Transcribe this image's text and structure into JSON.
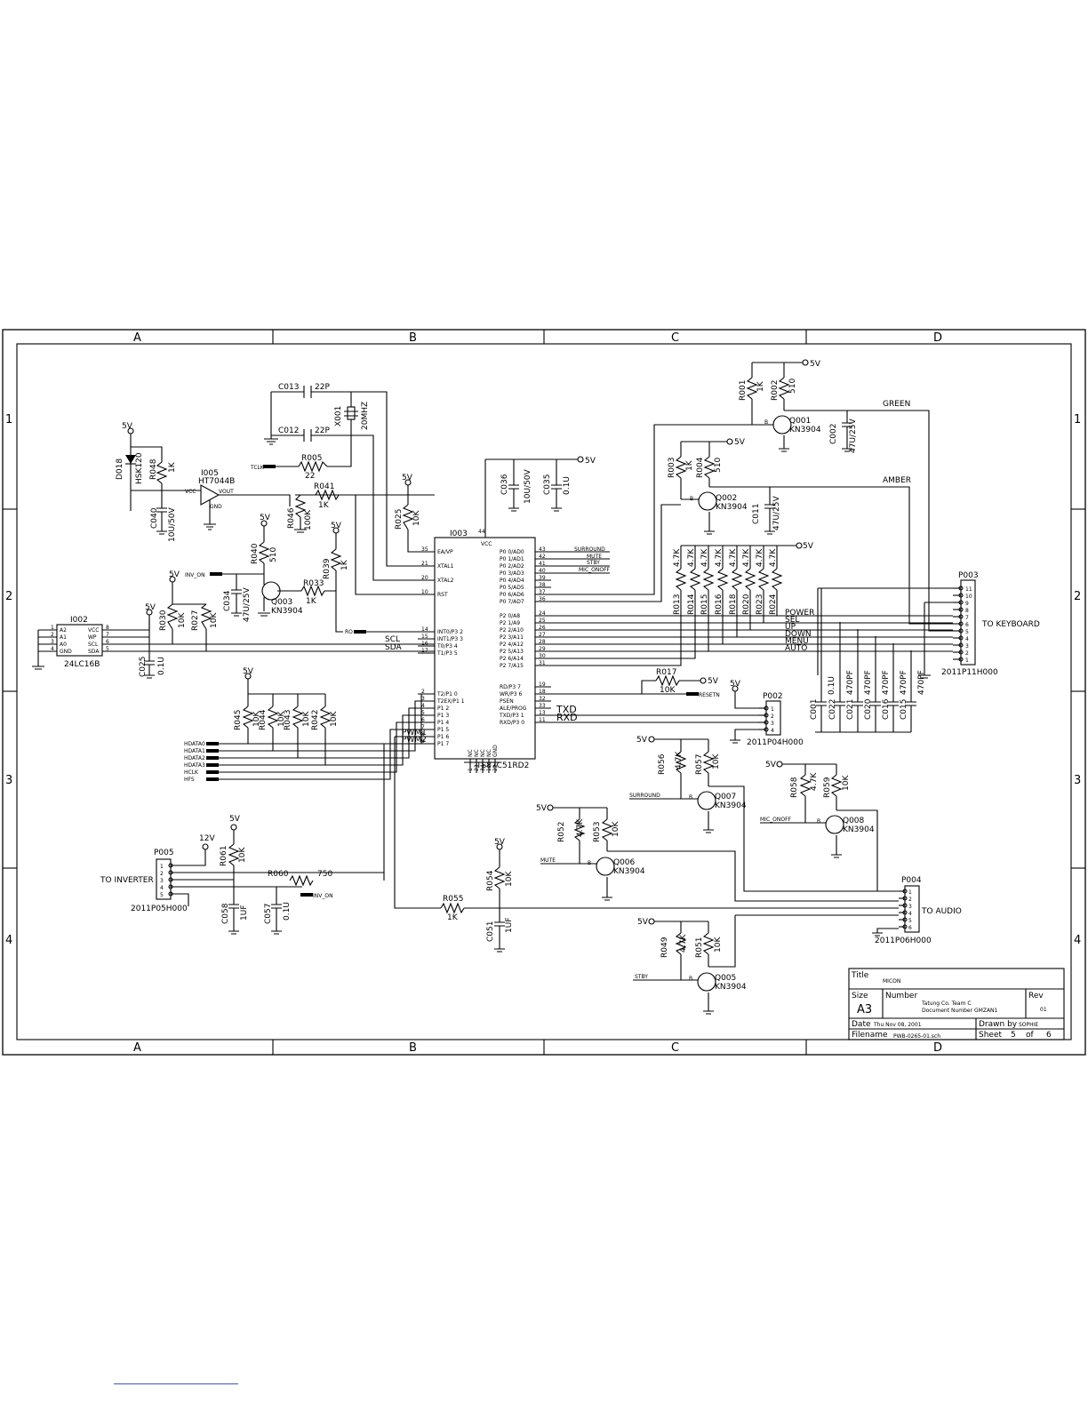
{
  "border": {
    "columns": [
      "A",
      "B",
      "C",
      "D"
    ],
    "rows": [
      "1",
      "2",
      "3",
      "4"
    ]
  },
  "title_block": {
    "title_label": "Title",
    "title": "MICON",
    "size_label": "Size",
    "size": "A3",
    "number_label": "Number",
    "number_line1": "Tatung Co. Team C",
    "number_line2": "Document Number GMZAN1",
    "rev_label": "Rev",
    "rev": "01",
    "date_label": "Date",
    "date": "Thu Nov 08, 2001",
    "drawn_label": "Drawn by",
    "drawn_by": "SOPHIE",
    "filename_label": "Filename",
    "filename": "PWB-0265-01.sch",
    "sheet_label": "Sheet",
    "sheet": "5",
    "of_label": "of",
    "sheets": "6"
  },
  "mcu": {
    "ref": "I003",
    "part": "TS87C51RD2",
    "vcc_pin": "44",
    "vcc_label": "VCC",
    "left_pins": [
      {
        "num": "35",
        "name": "EA/VP"
      },
      {
        "num": "21",
        "name": "XTAL1"
      },
      {
        "num": "20",
        "name": "XTAL2"
      },
      {
        "num": "10",
        "name": "RST"
      },
      {
        "num": "14",
        "name": "INT0/P3 2"
      },
      {
        "num": "15",
        "name": "INT1/P3 3"
      },
      {
        "num": "16",
        "name": "T0/P3 4"
      },
      {
        "num": "17",
        "name": "T1/P3 5"
      },
      {
        "num": "2",
        "name": "T2/P1 0"
      },
      {
        "num": "3",
        "name": "T2EX/P1 1"
      },
      {
        "num": "4",
        "name": "P1 2"
      },
      {
        "num": "5",
        "name": "P1 3"
      },
      {
        "num": "6",
        "name": "P1 4"
      },
      {
        "num": "7",
        "name": "P1 5"
      },
      {
        "num": "8",
        "name": "P1 6"
      },
      {
        "num": "9",
        "name": "P1 7"
      }
    ],
    "right_pins": [
      {
        "num": "43",
        "name": "P0 0/AD0"
      },
      {
        "num": "42",
        "name": "P0 1/AD1"
      },
      {
        "num": "41",
        "name": "P0 2/AD2"
      },
      {
        "num": "40",
        "name": "P0 3/AD3"
      },
      {
        "num": "39",
        "name": "P0 4/AD4"
      },
      {
        "num": "38",
        "name": "P0 5/AD5"
      },
      {
        "num": "37",
        "name": "P0 6/AD6"
      },
      {
        "num": "36",
        "name": "P0 7/AD7"
      },
      {
        "num": "24",
        "name": "P2 0/A8"
      },
      {
        "num": "25",
        "name": "P2 1/A9"
      },
      {
        "num": "26",
        "name": "P2 2/A10"
      },
      {
        "num": "27",
        "name": "P2 3/A11"
      },
      {
        "num": "28",
        "name": "P2 4/A12"
      },
      {
        "num": "29",
        "name": "P2 5/A13"
      },
      {
        "num": "30",
        "name": "P2 6/A14"
      },
      {
        "num": "31",
        "name": "P2 7/A15"
      },
      {
        "num": "19",
        "name": "RD/P3 7"
      },
      {
        "num": "18",
        "name": "WR/P3 6"
      },
      {
        "num": "32",
        "name": "PSEN"
      },
      {
        "num": "33",
        "name": "ALE/PROG"
      },
      {
        "num": "13",
        "name": "TXD/P3 1"
      },
      {
        "num": "11",
        "name": "RXD/P3 0"
      }
    ],
    "nc_pins": [
      "1",
      "23",
      "34",
      "12",
      "22"
    ],
    "nc_labels": [
      "NC",
      "NC",
      "NC",
      "NC",
      "GND"
    ],
    "port0_nets": [
      "SURROUND",
      "MUTE",
      "STBY",
      "MIC_ONOFF"
    ]
  },
  "labels": {
    "v5": "5V",
    "v12": "12V",
    "tclk": "TCLK",
    "inv_on": "INV_ON",
    "ro": "RO",
    "scl": "SCL",
    "sda": "SDA",
    "pwm1": "PWM1",
    "pwm2": "PWM2",
    "resetn": "RESETN",
    "txd": "TXD",
    "rxd": "RXD",
    "green": "GREEN",
    "amber": "AMBER",
    "power": "POWER",
    "sel": "SEL",
    "up": "UP",
    "down": "DOWN",
    "menu": "MENU",
    "auto": "AUTO",
    "to_keyboard": "TO KEYBOARD",
    "to_audio": "TO AUDIO",
    "to_inverter": "TO INVERTER",
    "surround": "SURROUND",
    "mute": "MUTE",
    "stby": "STBY",
    "mic_onoff": "MIC_ONOFF",
    "hdata": [
      "HDATA0",
      "HDATA1",
      "HDATA2",
      "HDATA3",
      "HCLK",
      "HFS"
    ]
  },
  "components": {
    "c013": {
      "ref": "C013",
      "val": "22P"
    },
    "c012": {
      "ref": "C012",
      "val": "22P"
    },
    "x001": {
      "ref": "X001",
      "val": "20MHZ"
    },
    "r005": {
      "ref": "R005",
      "val": "22"
    },
    "d018": {
      "ref": "D018",
      "val": "HSK120"
    },
    "r048": {
      "ref": "R048",
      "val": "1K"
    },
    "i005": {
      "ref": "I005",
      "val": "HT7044B",
      "p1": "VCC",
      "p2": "VOUT",
      "p3": "GND"
    },
    "c040": {
      "ref": "C040",
      "val": "10U/50V"
    },
    "r041": {
      "ref": "R041",
      "val": "1K"
    },
    "r046": {
      "ref": "R046",
      "val": "100K"
    },
    "r025": {
      "ref": "R025",
      "val": "10K"
    },
    "c036": {
      "ref": "C036",
      "val": "10U/50V"
    },
    "c035": {
      "ref": "C035",
      "val": "0.1U"
    },
    "r040": {
      "ref": "R040",
      "val": "510"
    },
    "r039": {
      "ref": "R039",
      "val": "1K"
    },
    "r033": {
      "ref": "R033",
      "val": "1K"
    },
    "c034": {
      "ref": "C034",
      "val": "47U/25V"
    },
    "q003": {
      "ref": "Q003",
      "val": "KN3904"
    },
    "r030": {
      "ref": "R030",
      "val": "10K"
    },
    "r027": {
      "ref": "R027",
      "val": "10K"
    },
    "i002": {
      "ref": "I002",
      "val": "24LC16B",
      "pins_l": [
        "A2",
        "A1",
        "A0",
        "GND"
      ],
      "pins_r": [
        "VCC",
        "WP",
        "SCL",
        "SDA"
      ],
      "nums_l": [
        "1",
        "2",
        "3",
        "4"
      ],
      "nums_r": [
        "8",
        "7",
        "6",
        "5"
      ]
    },
    "c025": {
      "ref": "C025",
      "val": "0.1U"
    },
    "r045": {
      "ref": "R045",
      "val": "10K"
    },
    "r044": {
      "ref": "R044",
      "val": "10K"
    },
    "r043": {
      "ref": "R043",
      "val": "10K"
    },
    "r042": {
      "ref": "R042",
      "val": "10K"
    },
    "r061": {
      "ref": "R061",
      "val": "10K"
    },
    "r060": {
      "ref": "R060",
      "val": "750"
    },
    "c058": {
      "ref": "C058",
      "val": "1UF"
    },
    "c057": {
      "ref": "C057",
      "val": "0.1U"
    },
    "p005": {
      "ref": "P005",
      "part": "2011P05H000",
      "pins": [
        "1",
        "2",
        "3",
        "4",
        "5"
      ]
    },
    "r001": {
      "ref": "R001",
      "val": "1K"
    },
    "r002": {
      "ref": "R002",
      "val": "510"
    },
    "q001": {
      "ref": "Q001",
      "val": "KN3904"
    },
    "c002": {
      "ref": "C002",
      "val": "47U/25V"
    },
    "r003": {
      "ref": "R003",
      "val": "1K"
    },
    "r004": {
      "ref": "R004",
      "val": "510"
    },
    "q002": {
      "ref": "Q002",
      "val": "KN3904"
    },
    "c011": {
      "ref": "C011",
      "val": "47U/25V"
    },
    "pullups": [
      {
        "ref": "R013",
        "val": "4.7K"
      },
      {
        "ref": "R014",
        "val": "4.7K"
      },
      {
        "ref": "R015",
        "val": "4.7K"
      },
      {
        "ref": "R016",
        "val": "4.7K"
      },
      {
        "ref": "R018",
        "val": "4.7K"
      },
      {
        "ref": "R020",
        "val": "4.7K"
      },
      {
        "ref": "R023",
        "val": "4.7K"
      },
      {
        "ref": "R024",
        "val": "4.7K"
      }
    ],
    "p003": {
      "ref": "P003",
      "part": "2011P11H000",
      "pins": [
        "11",
        "10",
        "9",
        "8",
        "7",
        "6",
        "5",
        "4",
        "3",
        "2",
        "1"
      ]
    },
    "keycaps": [
      {
        "ref": "C001",
        "val": "0.1U"
      },
      {
        "ref": "C022",
        "val": "470PF"
      },
      {
        "ref": "C021",
        "val": "470PF"
      },
      {
        "ref": "C020",
        "val": "470PF"
      },
      {
        "ref": "C016",
        "val": "470PF"
      },
      {
        "ref": "C015",
        "val": "470PF"
      }
    ],
    "r017": {
      "ref": "R017",
      "val": "10K"
    },
    "p002": {
      "ref": "P002",
      "part": "2011P04H000",
      "pins": [
        "1",
        "2",
        "3",
        "4"
      ]
    },
    "r056": {
      "ref": "R056",
      "val": "4.7K"
    },
    "r057": {
      "ref": "R057",
      "val": "10K"
    },
    "q007": {
      "ref": "Q007",
      "val": "KN3904"
    },
    "r058": {
      "ref": "R058",
      "val": "4.7K"
    },
    "r059": {
      "ref": "R059",
      "val": "10K"
    },
    "q008": {
      "ref": "Q008",
      "val": "KN3904"
    },
    "r052": {
      "ref": "R052",
      "val": "4.7K"
    },
    "r053": {
      "ref": "R053",
      "val": "10K"
    },
    "q006": {
      "ref": "Q006",
      "val": "KN3904"
    },
    "r054": {
      "ref": "R054",
      "val": "10K"
    },
    "c051": {
      "ref": "C051",
      "val": "1UF"
    },
    "r055": {
      "ref": "R055",
      "val": "1K"
    },
    "p004": {
      "ref": "P004",
      "part": "2011P06H000",
      "pins": [
        "1",
        "2",
        "3",
        "4",
        "5",
        "6"
      ]
    },
    "r049": {
      "ref": "R049",
      "val": "4.7K"
    },
    "r051": {
      "ref": "R051",
      "val": "10K"
    },
    "q005": {
      "ref": "Q005",
      "val": "KN3904"
    }
  }
}
